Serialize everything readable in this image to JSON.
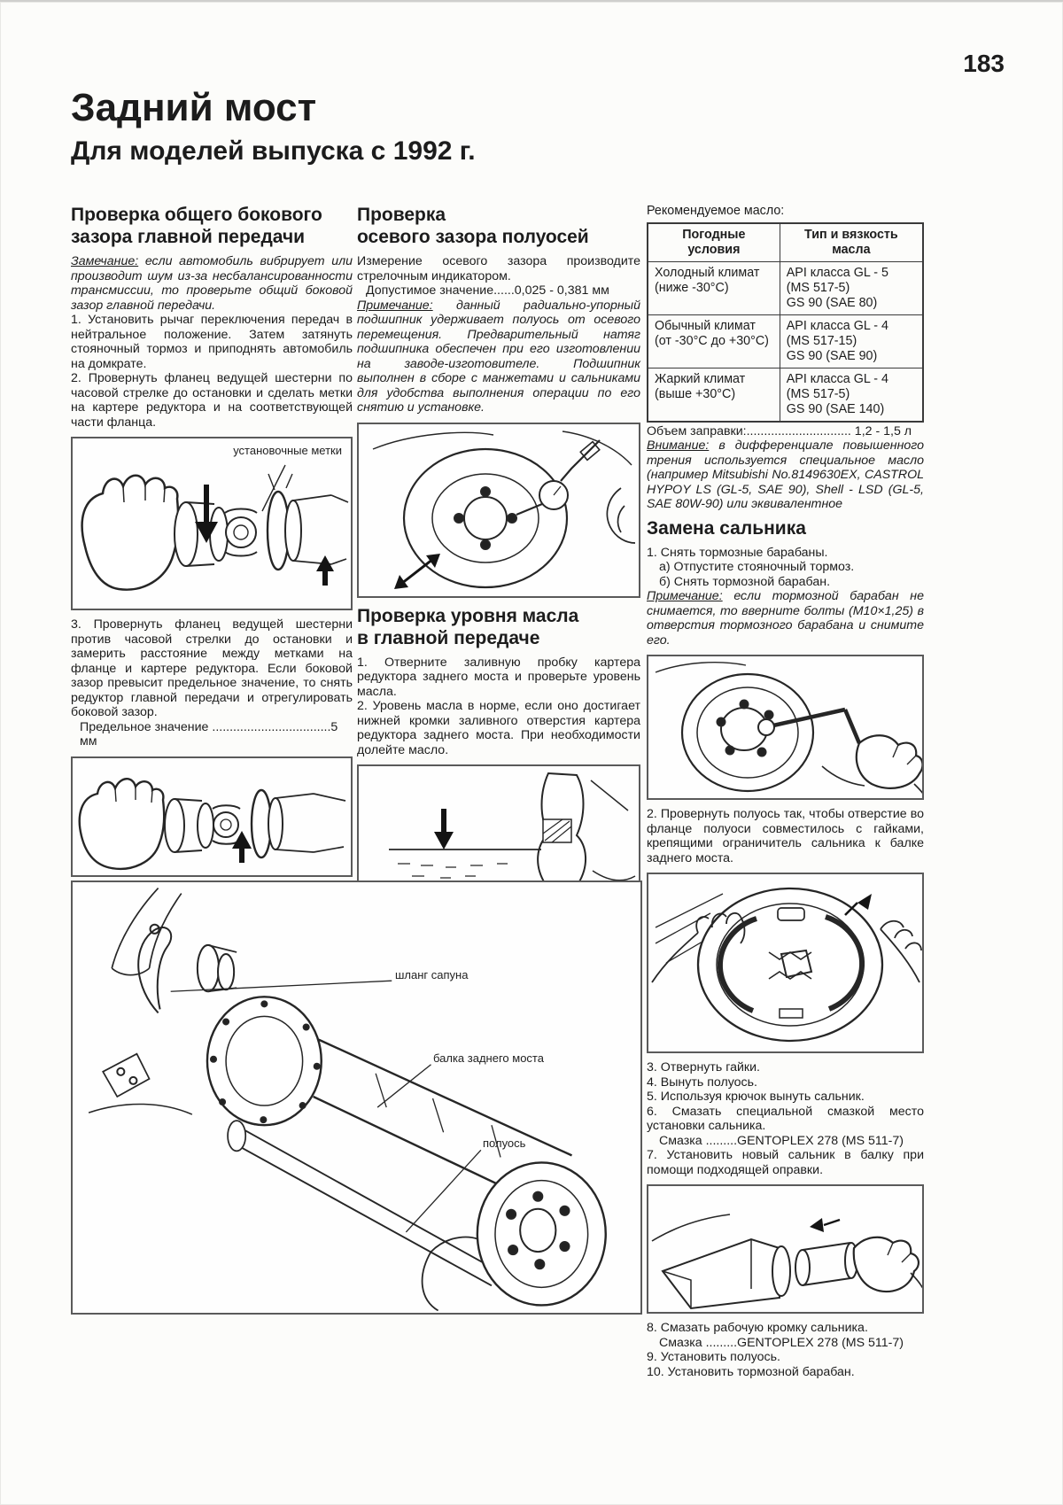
{
  "page": {
    "number": "183",
    "title1": "Задний мост",
    "title2": "Для моделей выпуска с 1992 г."
  },
  "col1": {
    "heading": "Проверка общего бокового\nзазора главной передачи",
    "note_label": "Замечание:",
    "note_text": " если автомобиль вибрирует или производит шум из-за несбалансированности трансмиссии, то проверьте общий боковой зазор главной передачи.",
    "step1": "1. Установить рычаг переключения передач в нейтральное положение. Затем затянуть стояночный тормоз и приподнять автомобиль на домкрате.",
    "step2": "2. Провернуть фланец ведущей шестерни по часовой стрелке до остановки и сделать метки на картере редуктора и на соответствующей части фланца.",
    "fig1_caption": "установочные метки",
    "step3": "3. Провернуть фланец ведущей шестерни против часовой стрелки до остановки и замерить расстояние между метками на фланце и картере редуктора. Если боковой зазор превысит предельное значение, то снять редуктор главной передачи и отрегулировать боковой зазор.",
    "limit": "Предельное значение ..................................5 мм"
  },
  "col2": {
    "heading": "Проверка\nосевого зазора полуосей",
    "intro": "Измерение осевого зазора производите стрелочным индикатором.",
    "allowed": "Допустимое значение......0,025 - 0,381 мм",
    "note_label": "Примечание:",
    "note_text": " данный радиально-упорный подшипник удерживает полуось от осевого перемещения. Предварительный натяг подшипника обеспечен при его изготовлении на заводе-изготовителе. Подшипник выполнен в сборе с манжетами и сальниками для удобства выполнения операции по его снятию и установке.",
    "heading2": "Проверка уровня масла\nв главной передаче",
    "step1": "1. Отверните заливную пробку картера редуктора заднего моста и проверьте уровень масла.",
    "step2": "2. Уровень масла в норме, если оно достигает нижней кромки заливного отверстия картера редуктора заднего моста. При необходимости долейте масло."
  },
  "axle_diagram": {
    "labels": [
      {
        "text": "шланг сапуна"
      },
      {
        "text": "балка заднего моста"
      },
      {
        "text": "полуось"
      }
    ]
  },
  "col3": {
    "oil_title": "Рекомендуемое масло:",
    "table": {
      "headers": [
        "Погодные\nусловия",
        "Тип и вязкость\nмасла"
      ],
      "rows": [
        {
          "cond": "Холодный климат\n(ниже -30°С)",
          "oil": "API класса GL - 5\n(MS 517-5)\nGS 90 (SAE 80)"
        },
        {
          "cond": "Обычный климат\n(от -30°С до +30°С)",
          "oil": "API класса GL - 4\n(MS 517-15)\nGS 90 (SAE 90)"
        },
        {
          "cond": "Жаркий климат\n(выше +30°С)",
          "oil": "API класса GL - 4\n(MS 517-5)\nGS 90 (SAE 140)"
        }
      ]
    },
    "volume": "Объем заправки:.............................. 1,2 - 1,5 л",
    "attention_label": "Внимание:",
    "attention_text": " в дифференциале повышенного трения используется специальное масло (например Mitsubishi No.8149630EX, CASTROL HYPOY LS (GL-5, SAE 90), Shell - LSD (GL-5, SAE 80W-90) или эквивалентное",
    "heading": "Замена сальника",
    "step1": "1. Снять тормозные барабаны.",
    "step1a": "а) Отпустите стояночный тормоз.",
    "step1b": "б) Снять тормозной барабан.",
    "note_label": "Примечание:",
    "note_text": " если тормозной барабан не снимается, то вверните болты (М10×1,25) в отверстия тормозного барабана и снимите его.",
    "step2": "2. Провернуть полуось так, чтобы отверстие во фланце полуоси совместилось с гайками, крепящими ограничитель сальника к балке заднего моста.",
    "step3": "3. Отвернуть гайки.",
    "step4": "4. Вынуть полуось.",
    "step5": "5. Используя крючок вынуть сальник.",
    "step6": "6. Смазать специальной смазкой место установки сальника.",
    "grease1": "Смазка .........GENTOPLEX 278 (MS 511-7)",
    "step7": "7. Установить новый сальник в балку при помощи подходящей оправки.",
    "step8": "8. Смазать рабочую кромку сальника.",
    "grease2": "Смазка .........GENTOPLEX 278 (MS 511-7)",
    "step9": "9. Установить полуось.",
    "step10": "10. Установить тормозной барабан."
  }
}
